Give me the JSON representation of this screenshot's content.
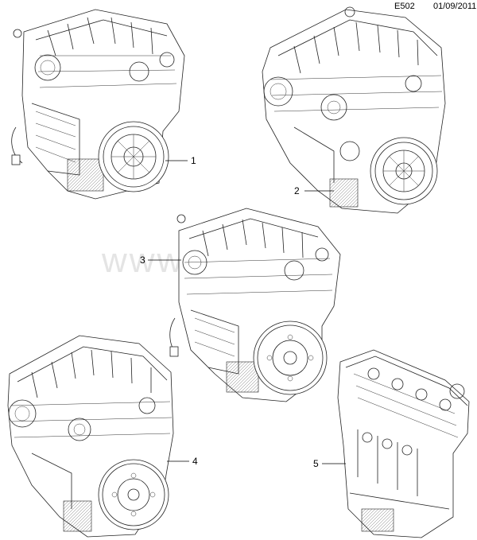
{
  "header": {
    "code": "E502",
    "date": "01/09/2011"
  },
  "callouts": [
    {
      "id": "1",
      "label": "1"
    },
    {
      "id": "2",
      "label": "2"
    },
    {
      "id": "3",
      "label": "3"
    },
    {
      "id": "4",
      "label": "4"
    },
    {
      "id": "5",
      "label": "5"
    }
  ],
  "watermark": {
    "text": "www.  .ru"
  },
  "icons": [
    "engine-assembly-1-icon",
    "engine-assembly-2-icon",
    "engine-assembly-3-icon",
    "engine-assembly-4-icon",
    "engine-block-5-icon"
  ]
}
